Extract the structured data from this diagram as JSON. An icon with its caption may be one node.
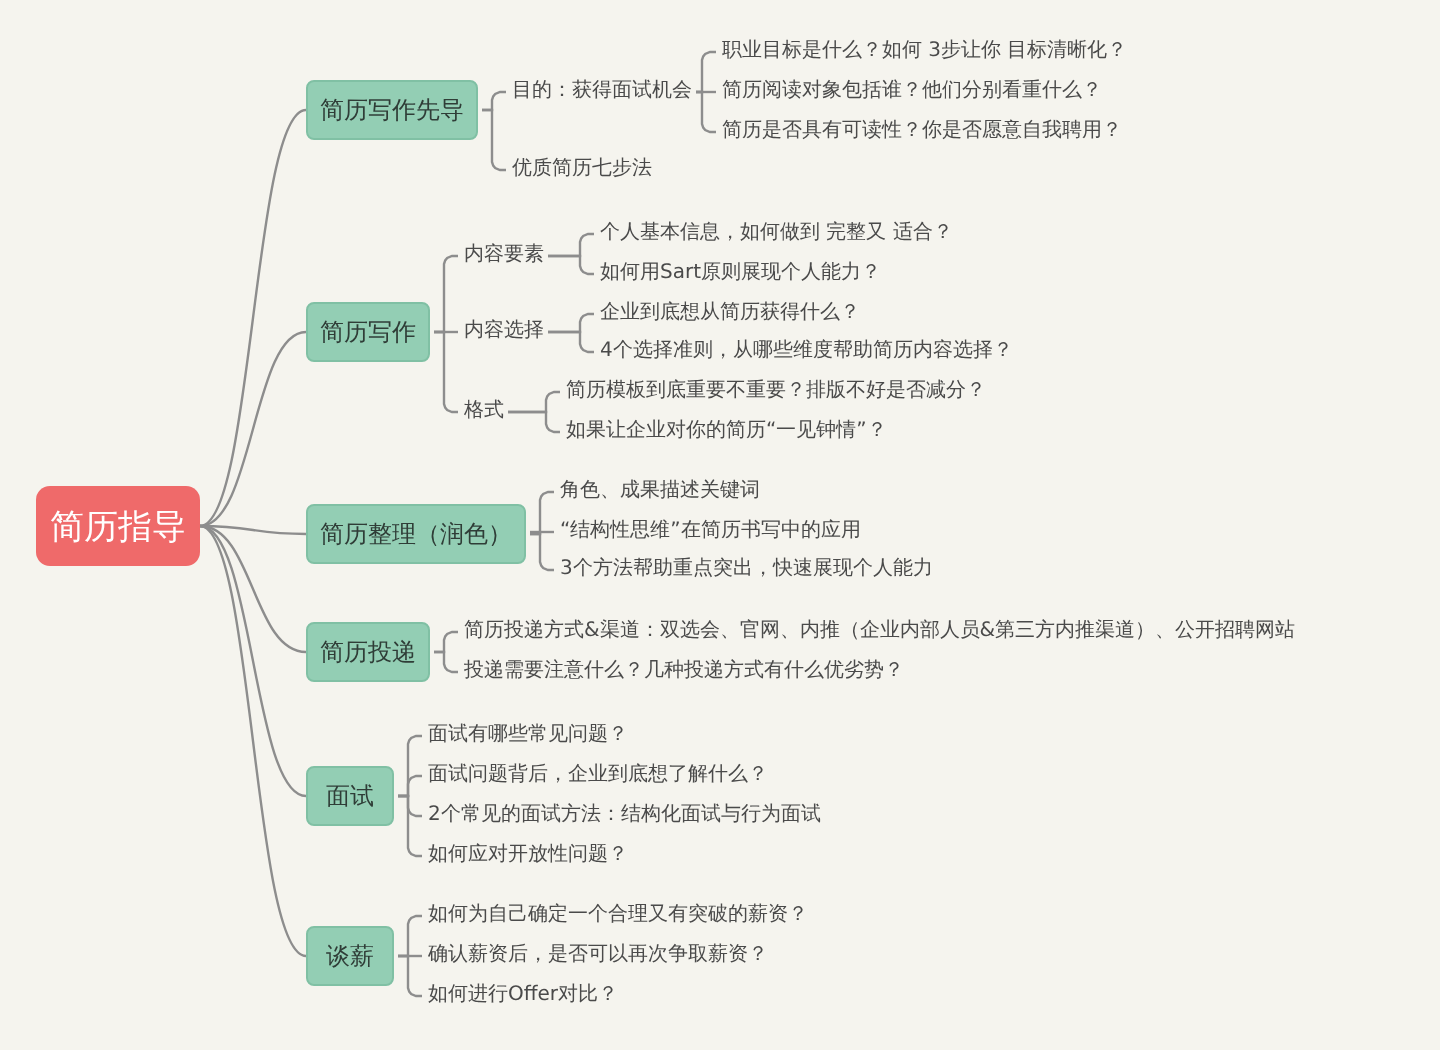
{
  "diagram": {
    "nodes": [
      {
        "text": [
          "简历指导"
        ]
      },
      {
        "text": [
          "简历写作先导"
        ]
      },
      {
        "text": [
          "目的：获得面试机会"
        ]
      },
      {
        "text": [
          "职业目标是什么？如何 3步让你 目标清晰化？"
        ]
      },
      {
        "text": [
          "简历阅读对象包括谁？他们分别看重什么？"
        ]
      },
      {
        "text": [
          "简历是否具有可读性？你是否愿意自我聘用？"
        ]
      },
      {
        "text": [
          "优质简历七步法"
        ]
      },
      {
        "text": [
          "简历写作"
        ]
      },
      {
        "text": [
          "内容要素"
        ]
      },
      {
        "text": [
          "个人基本信息，如何做到 完整又 适合？"
        ]
      },
      {
        "text": [
          "如何用Sart原则展现个人能力？"
        ]
      },
      {
        "text": [
          "内容选择"
        ]
      },
      {
        "text": [
          "企业到底想从简历获得什么？"
        ]
      },
      {
        "text": [
          "4个选择准则，从哪些维度帮助简历内容选择？"
        ]
      },
      {
        "text": [
          "格式"
        ]
      },
      {
        "text": [
          "简历模板到底重要不重要？排版不好是否减分？"
        ]
      },
      {
        "text": [
          "如果让企业对你的简历“一见钟情”？"
        ]
      },
      {
        "text": [
          "简历整理（润色）"
        ]
      },
      {
        "text": [
          "角色、成果描述关键词"
        ]
      },
      {
        "text": [
          "“结构性思维”在简历书写中的应用"
        ]
      },
      {
        "text": [
          "3个方法帮助重点突出，快速展现个人能力"
        ]
      },
      {
        "text": [
          "简历投递"
        ]
      },
      {
        "text": [
          "简历投递方式&渠道：双选会、官网、内推（企业内部人员&第三方内推渠道）、公开招聘网站"
        ]
      },
      {
        "text": [
          "投递需要注意什么？几种投递方式有什么优劣势？"
        ]
      },
      {
        "text": [
          "面试"
        ]
      },
      {
        "text": [
          "面试有哪些常见问题？"
        ]
      },
      {
        "text": [
          "面试问题背后，企业到底想了解什么？"
        ]
      },
      {
        "text": [
          "2个常见的面试方法：结构化面试与行为面试"
        ]
      },
      {
        "text": [
          "如何应对开放性问题？"
        ]
      },
      {
        "text": [
          "谈薪"
        ]
      },
      {
        "text": [
          "如何为自己确定一个合理又有突破的薪资？"
        ]
      },
      {
        "text": [
          "确认薪资后，是否可以再次争取薪资？"
        ]
      },
      {
        "text": [
          "如何进行Offer对比？"
        ]
      }
    ],
    "edges": [
      {
        "from": 0,
        "to": 1,
        "arrow": "none"
      },
      {
        "from": 0,
        "to": 7,
        "arrow": "none"
      },
      {
        "from": 0,
        "to": 17,
        "arrow": "none"
      },
      {
        "from": 0,
        "to": 21,
        "arrow": "none"
      },
      {
        "from": 0,
        "to": 24,
        "arrow": "none"
      },
      {
        "from": 0,
        "to": 29,
        "arrow": "none"
      },
      {
        "from": 1,
        "to": 2,
        "arrow": "none"
      },
      {
        "from": 2,
        "to": 3,
        "arrow": "none"
      },
      {
        "from": 2,
        "to": 4,
        "arrow": "none"
      },
      {
        "from": 2,
        "to": 5,
        "arrow": "none"
      },
      {
        "from": 1,
        "to": 6,
        "arrow": "none"
      },
      {
        "from": 7,
        "to": 8,
        "arrow": "none"
      },
      {
        "from": 8,
        "to": 9,
        "arrow": "none"
      },
      {
        "from": 8,
        "to": 10,
        "arrow": "none"
      },
      {
        "from": 7,
        "to": 11,
        "arrow": "none"
      },
      {
        "from": 11,
        "to": 12,
        "arrow": "none"
      },
      {
        "from": 11,
        "to": 13,
        "arrow": "none"
      },
      {
        "from": 7,
        "to": 14,
        "arrow": "none"
      },
      {
        "from": 14,
        "to": 15,
        "arrow": "none"
      },
      {
        "from": 14,
        "to": 16,
        "arrow": "none"
      },
      {
        "from": 17,
        "to": 18,
        "arrow": "none"
      },
      {
        "from": 17,
        "to": 19,
        "arrow": "none"
      },
      {
        "from": 17,
        "to": 20,
        "arrow": "none"
      },
      {
        "from": 21,
        "to": 22,
        "arrow": "none"
      },
      {
        "from": 21,
        "to": 23,
        "arrow": "none"
      },
      {
        "from": 24,
        "to": 25,
        "arrow": "none"
      },
      {
        "from": 24,
        "to": 26,
        "arrow": "none"
      },
      {
        "from": 24,
        "to": 27,
        "arrow": "none"
      },
      {
        "from": 24,
        "to": 28,
        "arrow": "none"
      },
      {
        "from": 29,
        "to": 30,
        "arrow": "none"
      },
      {
        "from": 29,
        "to": 31,
        "arrow": "none"
      },
      {
        "from": 29,
        "to": 32,
        "arrow": "none"
      }
    ]
  }
}
